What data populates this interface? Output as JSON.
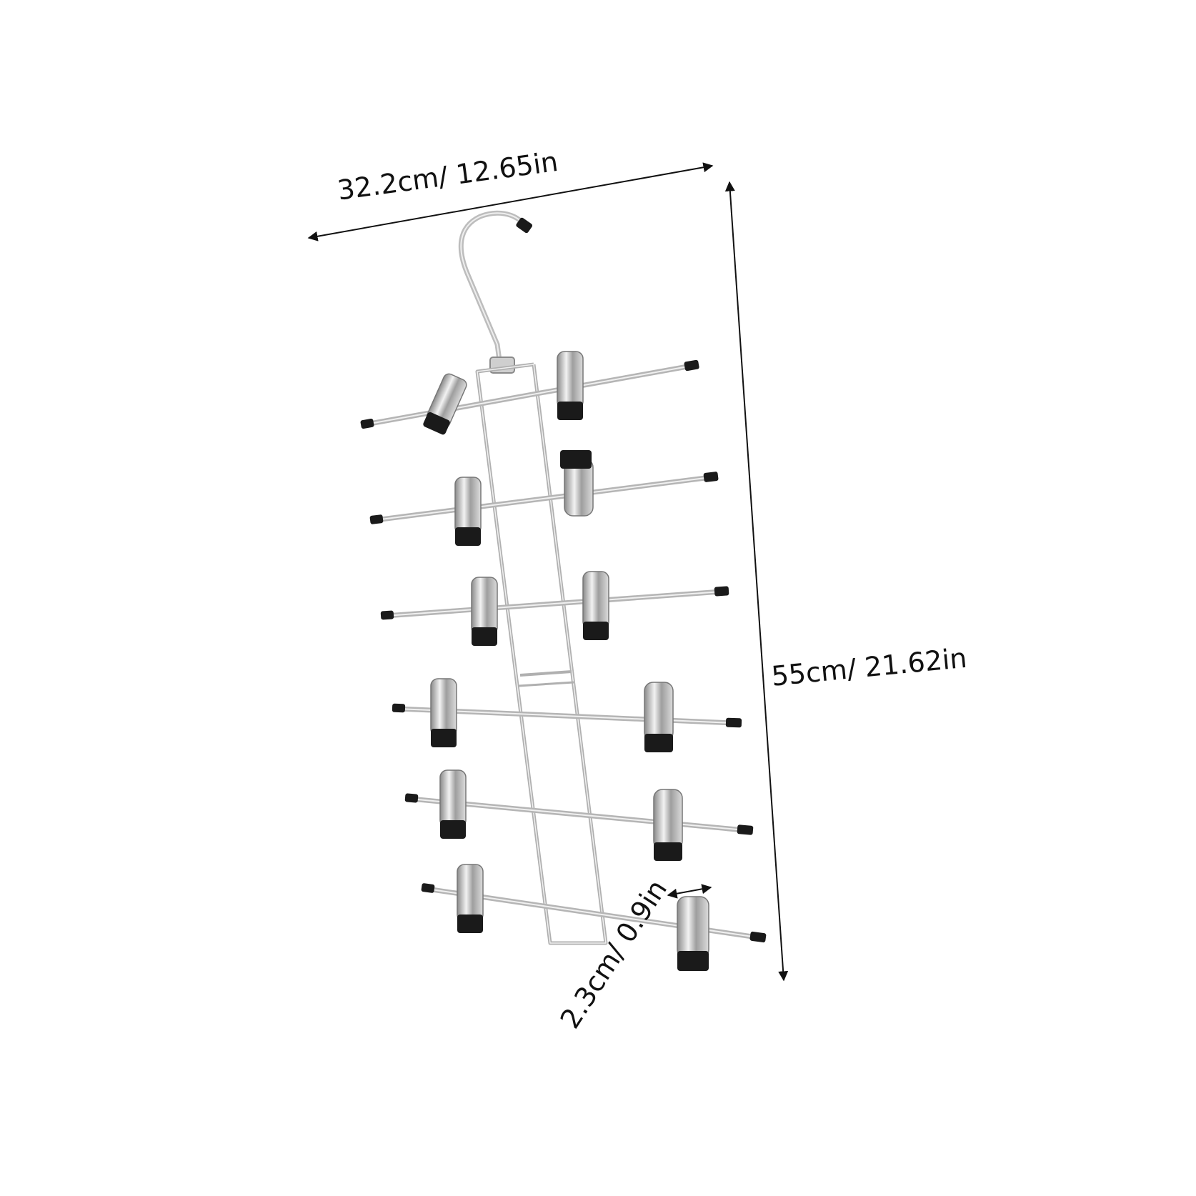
{
  "dimensions": {
    "width_label": "32.2cm/ 12.65in",
    "height_label": "55cm/ 21.62in",
    "gap_label": "2.3cm/ 0.9in"
  },
  "colors": {
    "background": "#ffffff",
    "metal": "#b9b9b9",
    "rubber_tip": "#1a1a1a",
    "dimension_line": "#111111"
  },
  "hanger": {
    "tiers": 6,
    "clips_per_tier": 2
  }
}
